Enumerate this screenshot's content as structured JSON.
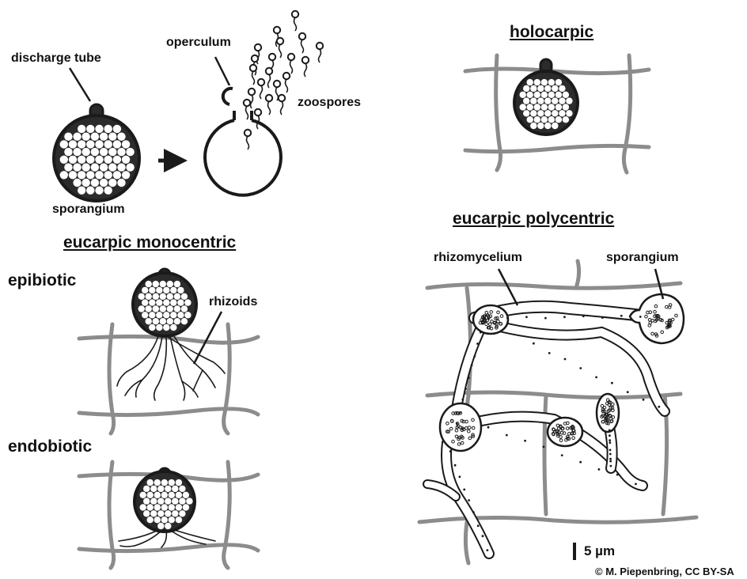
{
  "labels": {
    "discharge_tube": "discharge tube",
    "operculum": "operculum",
    "zoospores": "zoospores",
    "sporangium_top": "sporangium",
    "holocarpic": "holocarpic",
    "eucarpic_polycentric": "eucarpic polycentric",
    "eucarpic_monocentric": "eucarpic monocentric",
    "epibiotic": "epibiotic",
    "rhizoids": "rhizoids",
    "rhizomycelium": "rhizomycelium",
    "sporangium_right": "sporangium",
    "endobiotic": "endobiotic",
    "scale_bar": "5 µm",
    "credit": "© M. Piepenbring, CC BY-SA"
  },
  "colors": {
    "cell_wall": "#8c8c8c",
    "outline": "#1a1a1a",
    "sporangium_fill": "#2b2b2b",
    "spore": "#ffffff",
    "hyphae_fill": "#ffffff"
  }
}
